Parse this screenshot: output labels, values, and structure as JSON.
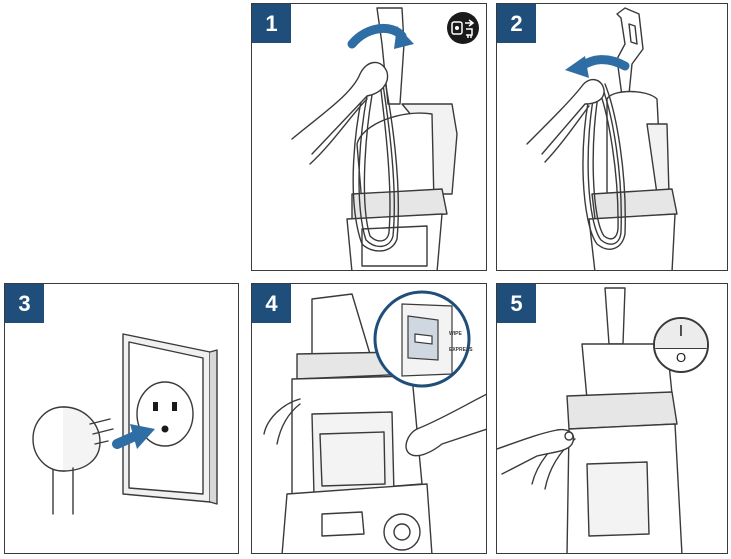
{
  "steps": [
    {
      "number": "1",
      "illustration": "wrap-cord-over-handle",
      "icon": "unplug-icon"
    },
    {
      "number": "2",
      "illustration": "unwrap-cord-from-hook"
    },
    {
      "number": "3",
      "illustration": "insert-plug-into-outlet"
    },
    {
      "number": "4",
      "illustration": "switch-mode-selector-closeup"
    },
    {
      "number": "5",
      "illustration": "power-switch-on",
      "icon": "power-on-off-icon"
    }
  ],
  "callout_labels": [
    "WIPE",
    "EXPRESS"
  ],
  "power_symbols": {
    "on": "I",
    "off": "O"
  },
  "colors": {
    "badge": "#1f4e7a",
    "arrow": "#2f6ea5",
    "line": "#3a3a3a",
    "white": "#ffffff"
  }
}
